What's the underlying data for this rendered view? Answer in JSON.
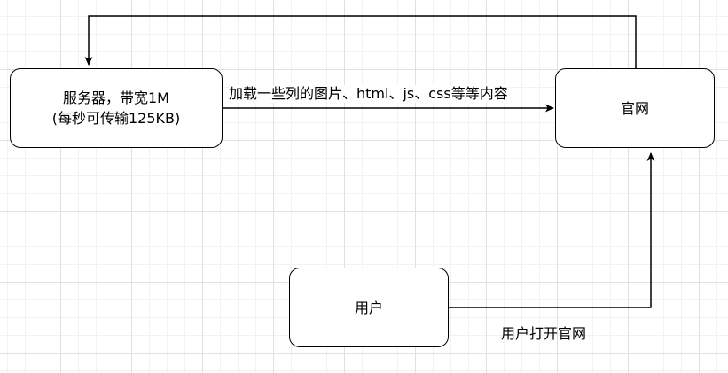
{
  "nodes": {
    "server": {
      "line1": "服务器，带宽1M",
      "line2": "(每秒可传输125KB)"
    },
    "website": {
      "label": "官网"
    },
    "user": {
      "label": "用户"
    }
  },
  "edges": {
    "server_to_website": {
      "label": "加载一些列的图片、html、js、css等等内容"
    },
    "user_to_website": {
      "label": "用户打开官网"
    },
    "website_to_server": {
      "label": ""
    }
  },
  "colors": {
    "line": "#000000",
    "node_fill": "#ffffff",
    "grid_major": "#e1e1e1",
    "grid_minor": "#f2f2f2"
  }
}
